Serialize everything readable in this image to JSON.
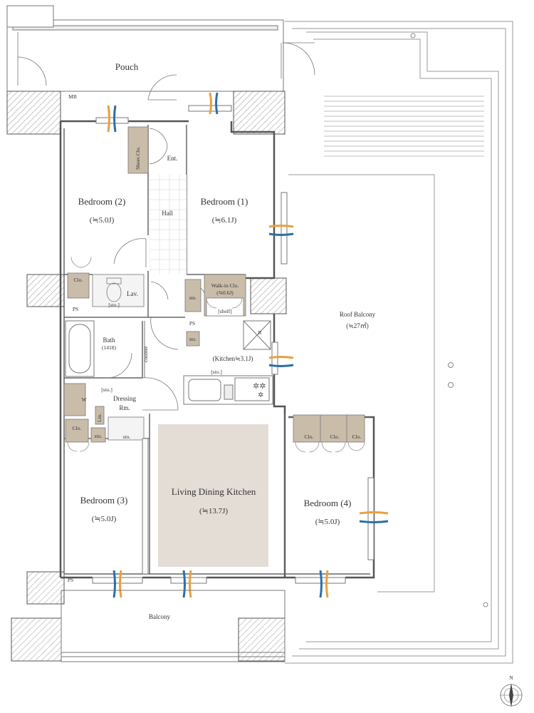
{
  "pouch": "Pouch",
  "mb": "MB",
  "shoes": "Shoes Clo.",
  "ent": "Ent.",
  "hall": "Hall",
  "bedroom2": {
    "name": "Bedroom (2)",
    "area": "(≒5.0J)"
  },
  "bedroom1": {
    "name": "Bedroom (1)",
    "area": "(≒6.1J)"
  },
  "bedroom3": {
    "name": "Bedroom (3)",
    "area": "(≒5.0J)"
  },
  "bedroom4": {
    "name": "Bedroom (4)",
    "area": "(≒5.0J)"
  },
  "ldk": {
    "name": "Living Dining Kitchen",
    "area": "(≒13.7J)"
  },
  "kitchen": "(Kitchen≒3.1J)",
  "walkin": {
    "name": "Walk-in Clo.",
    "area": "(≒0.6J)",
    "shelf": "[shelf]"
  },
  "clo": "Clo.",
  "lav": "Lav.",
  "sto": "sto.",
  "sto_bracket": "[sto.]",
  "ps": "PS",
  "bath": {
    "name": "Bath",
    "size": "(1418)"
  },
  "counter": "counter",
  "dressing": {
    "line1": "Dressing",
    "line2": "Rm."
  },
  "w": "W",
  "lin": "Lin.",
  "r": "R",
  "roof_balcony": {
    "name": "Roof Balcony",
    "area": "(≒27㎡)"
  },
  "balcony": "Balcony",
  "north": "N"
}
